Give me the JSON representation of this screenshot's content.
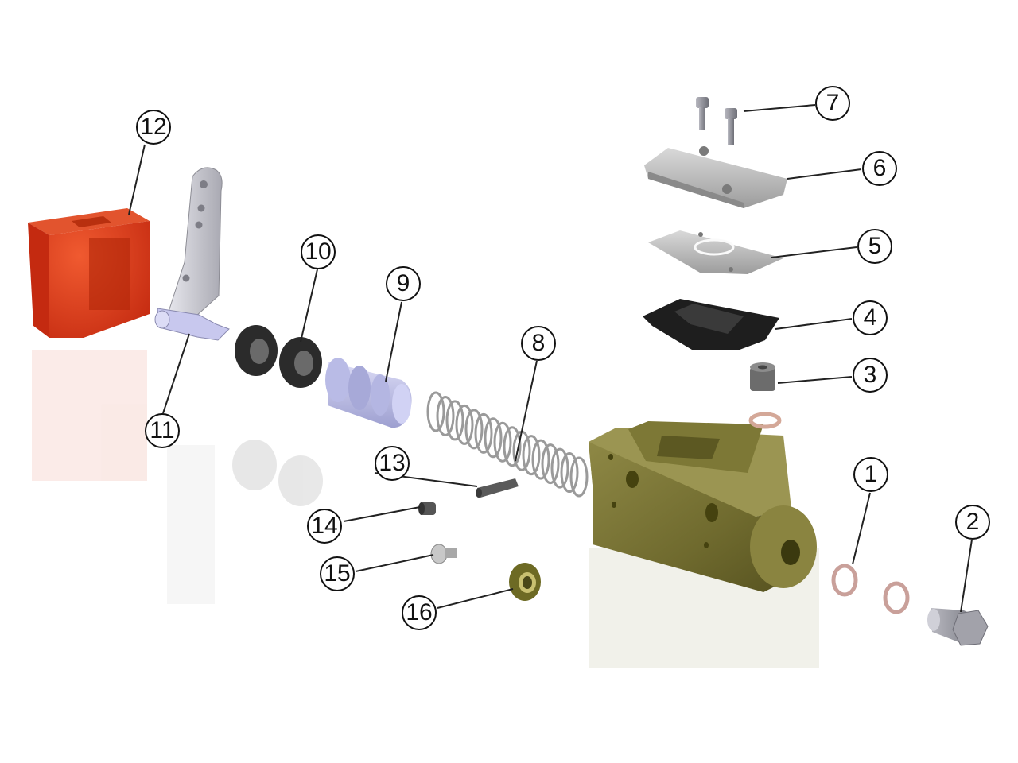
{
  "callouts": [
    {
      "id": "1",
      "label": "1"
    },
    {
      "id": "2",
      "label": "2"
    },
    {
      "id": "3",
      "label": "3"
    },
    {
      "id": "4",
      "label": "4"
    },
    {
      "id": "5",
      "label": "5"
    },
    {
      "id": "6",
      "label": "6"
    },
    {
      "id": "7",
      "label": "7"
    },
    {
      "id": "8",
      "label": "8"
    },
    {
      "id": "9",
      "label": "9"
    },
    {
      "id": "10",
      "label": "10"
    },
    {
      "id": "11",
      "label": "11"
    },
    {
      "id": "12",
      "label": "12"
    },
    {
      "id": "13",
      "label": "13"
    },
    {
      "id": "14",
      "label": "14"
    },
    {
      "id": "15",
      "label": "15"
    },
    {
      "id": "16",
      "label": "16"
    }
  ],
  "colors": {
    "reservoir": "#d8381a",
    "body": "#7a7432",
    "lever": "#c9c9cf",
    "piston": "#c6c8ee",
    "seal": "#2a2a2a",
    "washer": "#d8aaa0",
    "plate": "#bdbdbd",
    "gasket": "#1e1e1e",
    "callout_outline": "#111111"
  }
}
